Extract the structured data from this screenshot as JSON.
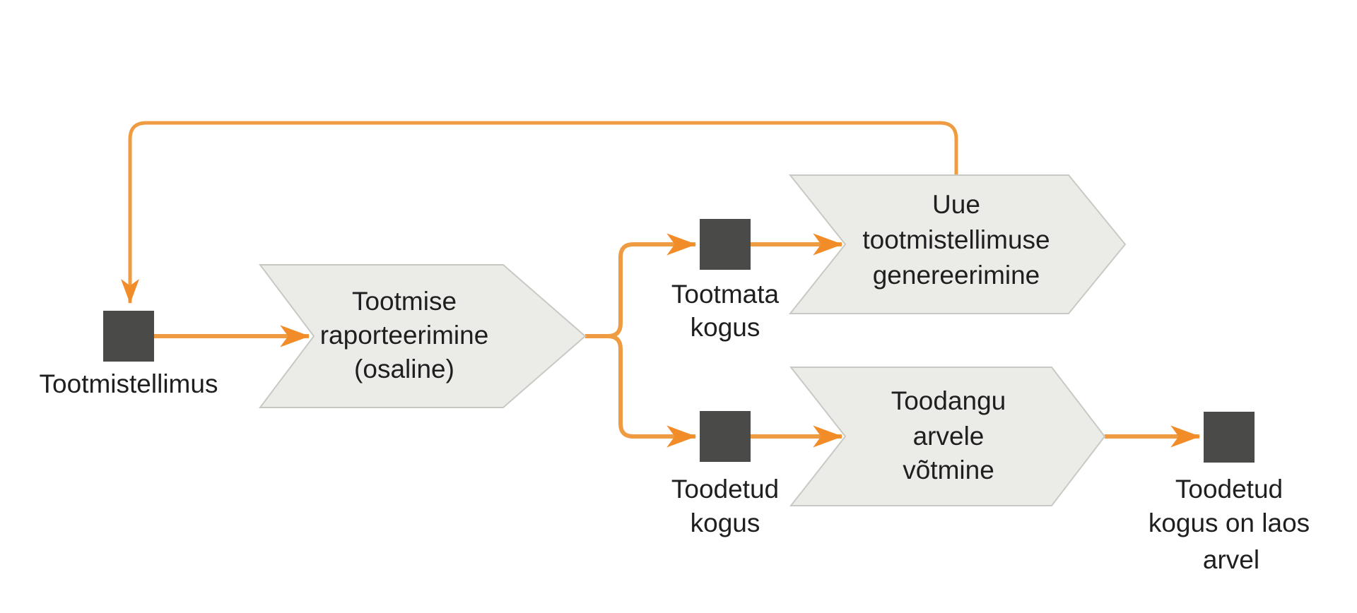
{
  "diagram": {
    "colors": {
      "connector": "#EF9B41",
      "arrowhead": "#F18C28",
      "event_square": "#4A4A49",
      "process_fill": "#EBEBE8",
      "process_border": "#C9C9C4",
      "label_text": "#1F1F1F",
      "background": "#FFFFFF"
    },
    "nodes": {
      "tootmistellimus": {
        "type": "event",
        "label": "Tootmistellimus"
      },
      "tootmise_raporteerimine": {
        "type": "process",
        "line1": "Tootmise",
        "line2": "raporteerimine",
        "line3": "(osaline)"
      },
      "tootmata_kogus": {
        "type": "event",
        "line1": "Tootmata",
        "line2": "kogus"
      },
      "uue_tootmistellimuse_genereerimine": {
        "type": "process",
        "line1": "Uue",
        "line2": "tootmistellimuse",
        "line3": "genereerimine"
      },
      "toodetud_kogus": {
        "type": "event",
        "line1": "Toodetud",
        "line2": "kogus"
      },
      "toodangu_arvele_votmine": {
        "type": "process",
        "line1": "Toodangu",
        "line2": "arvele",
        "line3": "võtmine"
      },
      "toodetud_kogus_on_laos_arvel": {
        "type": "event",
        "line1": "Toodetud",
        "line2": "kogus on laos",
        "line3": "arvel"
      }
    },
    "edges": [
      {
        "from": "uue_tootmistellimuse_genereerimine",
        "to": "tootmistellimus"
      },
      {
        "from": "tootmistellimus",
        "to": "tootmise_raporteerimine"
      },
      {
        "from": "tootmise_raporteerimine",
        "to": "tootmata_kogus"
      },
      {
        "from": "tootmise_raporteerimine",
        "to": "toodetud_kogus"
      },
      {
        "from": "tootmata_kogus",
        "to": "uue_tootmistellimuse_genereerimine"
      },
      {
        "from": "toodetud_kogus",
        "to": "toodangu_arvele_votmine"
      },
      {
        "from": "toodangu_arvele_votmine",
        "to": "toodetud_kogus_on_laos_arvel"
      }
    ]
  }
}
